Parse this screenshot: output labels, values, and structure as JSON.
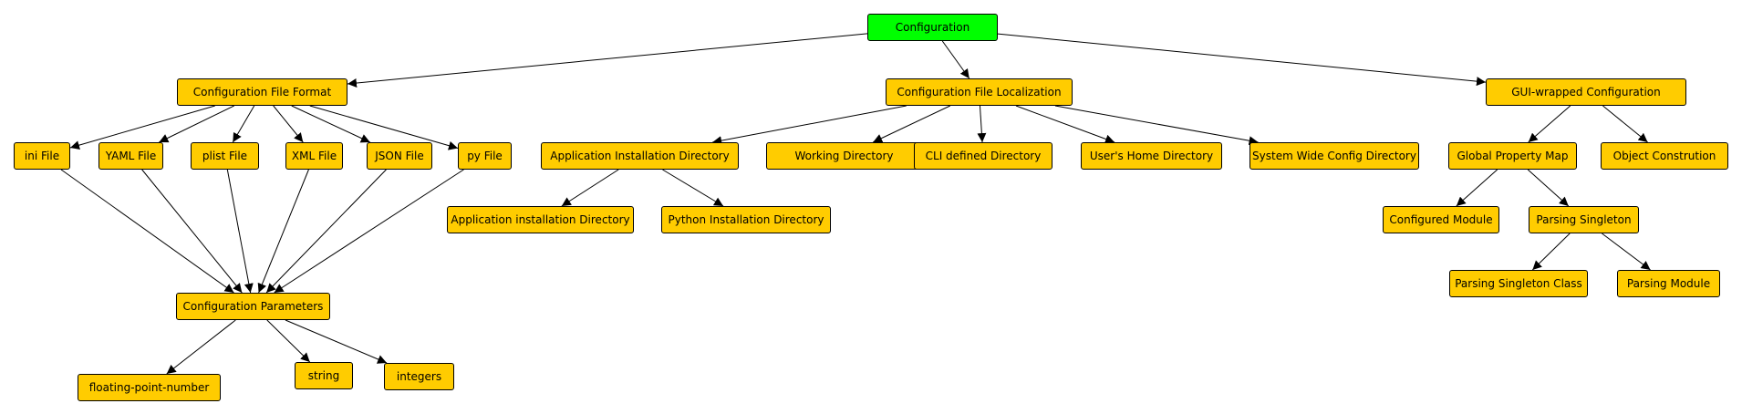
{
  "colors": {
    "root": "#00ff00",
    "node": "#ffcc00",
    "border": "#000000",
    "edge": "#000000"
  },
  "nodes": [
    {
      "id": "configuration",
      "label": "Configuration",
      "root": true
    },
    {
      "id": "config-file-format",
      "label": "Configuration File Format"
    },
    {
      "id": "config-file-localization",
      "label": "Configuration File Localization"
    },
    {
      "id": "gui-wrapped-config",
      "label": "GUI-wrapped Configuration"
    },
    {
      "id": "ini-file",
      "label": "ini File"
    },
    {
      "id": "yaml-file",
      "label": "YAML File"
    },
    {
      "id": "plist-file",
      "label": "plist File"
    },
    {
      "id": "xml-file",
      "label": "XML File"
    },
    {
      "id": "json-file",
      "label": "JSON File"
    },
    {
      "id": "py-file",
      "label": "py File"
    },
    {
      "id": "app-install-dir",
      "label": "Application Installation Directory"
    },
    {
      "id": "working-dir",
      "label": "Working Directory"
    },
    {
      "id": "cli-defined-dir",
      "label": "CLI defined Directory"
    },
    {
      "id": "users-home-dir",
      "label": "User's Home Directory"
    },
    {
      "id": "system-wide-config-dir",
      "label": "System Wide Config Directory"
    },
    {
      "id": "global-property-map",
      "label": "Global Property Map"
    },
    {
      "id": "object-construction",
      "label": "Object Constrution"
    },
    {
      "id": "app-installation-dir-2",
      "label": "Application installation Directory"
    },
    {
      "id": "python-install-dir",
      "label": "Python Installation Directory"
    },
    {
      "id": "configured-module",
      "label": "Configured Module"
    },
    {
      "id": "parsing-singleton",
      "label": "Parsing Singleton"
    },
    {
      "id": "parsing-singleton-class",
      "label": "Parsing Singleton Class"
    },
    {
      "id": "parsing-module",
      "label": "Parsing Module"
    },
    {
      "id": "config-parameters",
      "label": "Configuration Parameters"
    },
    {
      "id": "floating-point-number",
      "label": "floating-point-number"
    },
    {
      "id": "string",
      "label": "string"
    },
    {
      "id": "integers",
      "label": "integers"
    }
  ],
  "edges": [
    [
      "configuration",
      "config-file-format"
    ],
    [
      "configuration",
      "config-file-localization"
    ],
    [
      "configuration",
      "gui-wrapped-config"
    ],
    [
      "config-file-format",
      "ini-file"
    ],
    [
      "config-file-format",
      "yaml-file"
    ],
    [
      "config-file-format",
      "plist-file"
    ],
    [
      "config-file-format",
      "xml-file"
    ],
    [
      "config-file-format",
      "json-file"
    ],
    [
      "config-file-format",
      "py-file"
    ],
    [
      "config-file-localization",
      "app-install-dir"
    ],
    [
      "config-file-localization",
      "working-dir"
    ],
    [
      "config-file-localization",
      "cli-defined-dir"
    ],
    [
      "config-file-localization",
      "users-home-dir"
    ],
    [
      "config-file-localization",
      "system-wide-config-dir"
    ],
    [
      "gui-wrapped-config",
      "global-property-map"
    ],
    [
      "gui-wrapped-config",
      "object-construction"
    ],
    [
      "app-install-dir",
      "app-installation-dir-2"
    ],
    [
      "app-install-dir",
      "python-install-dir"
    ],
    [
      "global-property-map",
      "configured-module"
    ],
    [
      "global-property-map",
      "parsing-singleton"
    ],
    [
      "parsing-singleton",
      "parsing-singleton-class"
    ],
    [
      "parsing-singleton",
      "parsing-module"
    ],
    [
      "ini-file",
      "config-parameters"
    ],
    [
      "yaml-file",
      "config-parameters"
    ],
    [
      "plist-file",
      "config-parameters"
    ],
    [
      "xml-file",
      "config-parameters"
    ],
    [
      "json-file",
      "config-parameters"
    ],
    [
      "py-file",
      "config-parameters"
    ],
    [
      "config-parameters",
      "floating-point-number"
    ],
    [
      "config-parameters",
      "string"
    ],
    [
      "config-parameters",
      "integers"
    ]
  ]
}
